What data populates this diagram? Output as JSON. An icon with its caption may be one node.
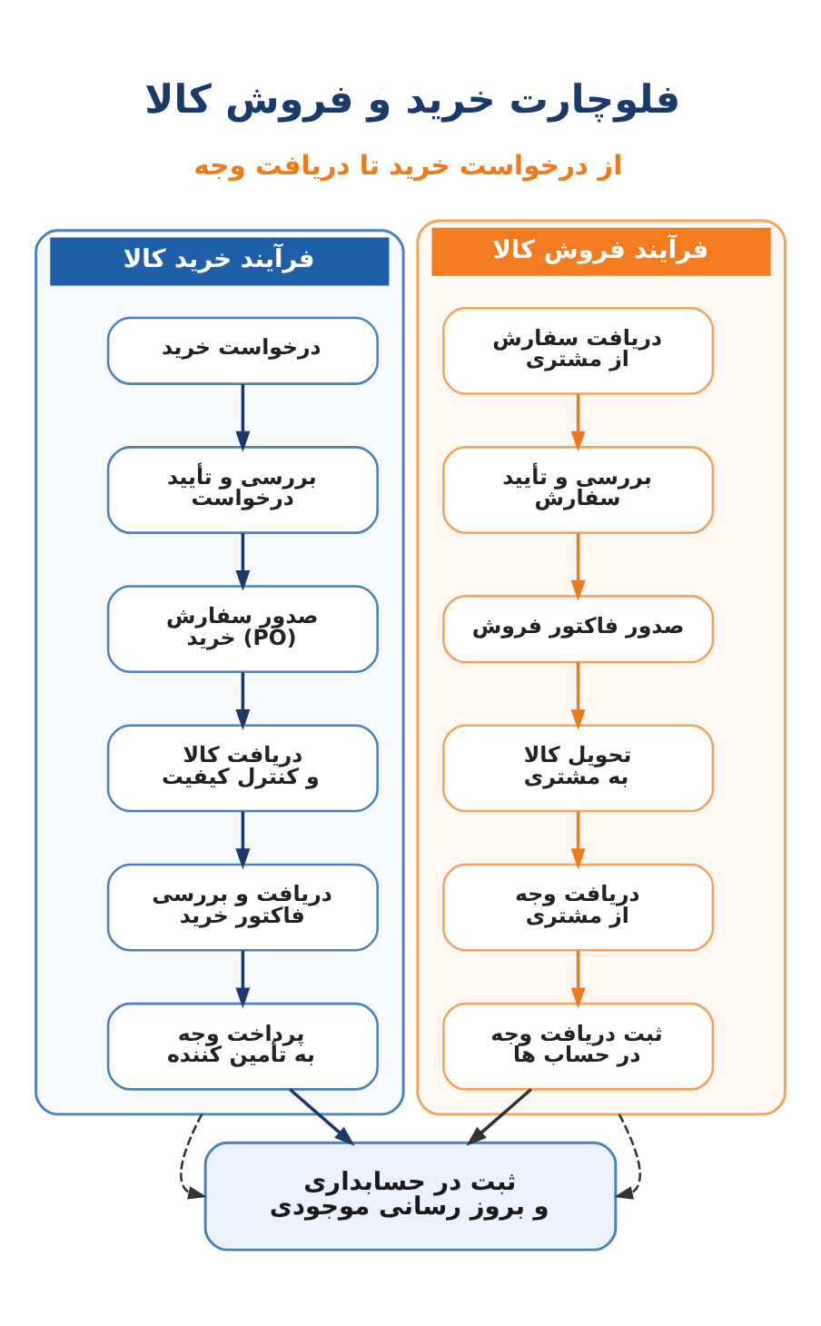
{
  "diagram": {
    "title": "فلوچارت خرید و فروش کالا",
    "nodes": [
      {
        "text": [
          "فرآیند فروش کالا"
        ]
      },
      {
        "text": [
          "دریافت سفارش از مشتری"
        ],
        "in": 0
      },
      {
        "text": [
          "بررسی و تأیید سفارش"
        ],
        "in": 0
      },
      {
        "text": [
          "صدور فاکتور فروش"
        ],
        "in": 0
      },
      {
        "text": [
          "تحویل کالا به مشتری"
        ],
        "in": 0
      },
      {
        "text": [
          "دریافت وجه از مشتری"
        ],
        "in": 0
      },
      {
        "text": [
          "ثبت دریافت وجه در حساب ها"
        ],
        "in": 0
      },
      {
        "text": [
          "فرآیند خرید کالا"
        ]
      },
      {
        "text": [
          "درخواست خرید"
        ],
        "in": 7
      },
      {
        "text": [
          "بررسی و تأیید درخواست"
        ],
        "in": 7
      },
      {
        "text": [
          "صدور سفارش خرید (PO)"
        ],
        "in": 7
      },
      {
        "text": [
          "دریافت کالا و کنترل کیفیت"
        ],
        "in": 7
      },
      {
        "text": [
          "دریافت و بررسی فاکتور خرید"
        ],
        "in": 7
      },
      {
        "text": [
          "پرداخت وجه به تأمین کننده"
        ],
        "in": 7
      },
      {
        "text": [
          "ثبت در حسابداری و بروز رسانی موجودی"
        ]
      }
    ],
    "edges": [
      {
        "from": 1,
        "to": 2,
        "arrow": "to",
        "color": "#f07a1a"
      },
      {
        "from": 2,
        "to": 3,
        "arrow": "to",
        "color": "#f07a1a"
      },
      {
        "from": 3,
        "to": 4,
        "arrow": "to",
        "color": "#f07a1a"
      },
      {
        "from": 4,
        "to": 5,
        "arrow": "to",
        "color": "#f07a1a"
      },
      {
        "from": 5,
        "to": 6,
        "arrow": "to",
        "color": "#f07a1a"
      },
      {
        "from": 8,
        "to": 9,
        "arrow": "to"
      },
      {
        "from": 9,
        "to": 10,
        "arrow": "to"
      },
      {
        "from": 10,
        "to": 11,
        "arrow": "to"
      },
      {
        "from": 11,
        "to": 12,
        "arrow": "to"
      },
      {
        "from": 12,
        "to": 13,
        "arrow": "to"
      },
      {
        "from": 13,
        "to": 14,
        "arrow": "to"
      },
      {
        "from": 6,
        "to": 14,
        "arrow": "to",
        "color": "#333333"
      },
      {
        "from": 0,
        "to": 14,
        "arrow": "to",
        "style": "dashed",
        "color": "#333333"
      },
      {
        "from": 7,
        "to": 14,
        "arrow": "to",
        "style": "dashed",
        "color": "#333333"
      }
    ],
    "labels": [
      "از درخواست خرید تا دریافت وجه"
    ]
  }
}
